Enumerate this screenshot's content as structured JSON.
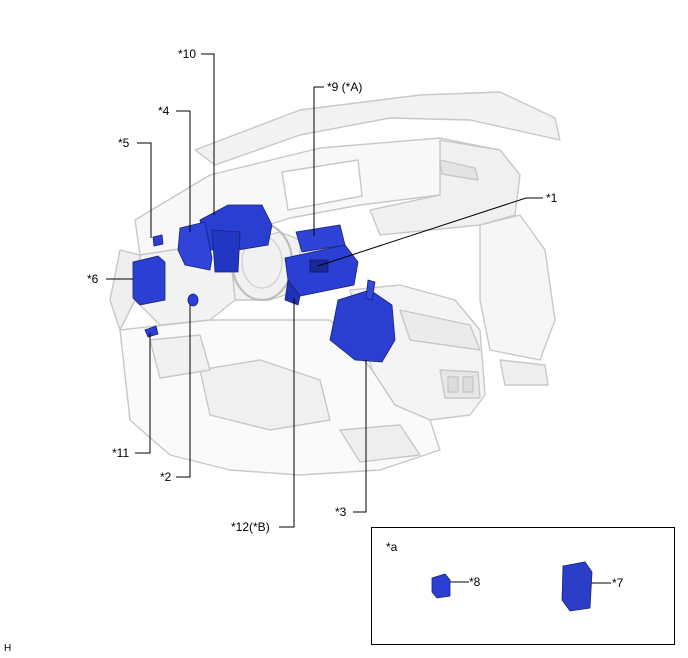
{
  "callouts": {
    "c1": "*1",
    "c2": "*2",
    "c3": "*3",
    "c4": "*4",
    "c5": "*5",
    "c6": "*6",
    "c7": "*7",
    "c8": "*8",
    "c9": "*9 (*A)",
    "c10": "*10",
    "c11": "*11",
    "c12": "*12(*B)"
  },
  "inset": {
    "title": "*a"
  },
  "footer": {
    "code": "H"
  },
  "colors": {
    "component_blue": "#2b3fd4",
    "component_dark": "#1a2894",
    "interior_line": "#c9c9c9",
    "interior_fill": "#f7f7f7",
    "leader": "#000000"
  }
}
